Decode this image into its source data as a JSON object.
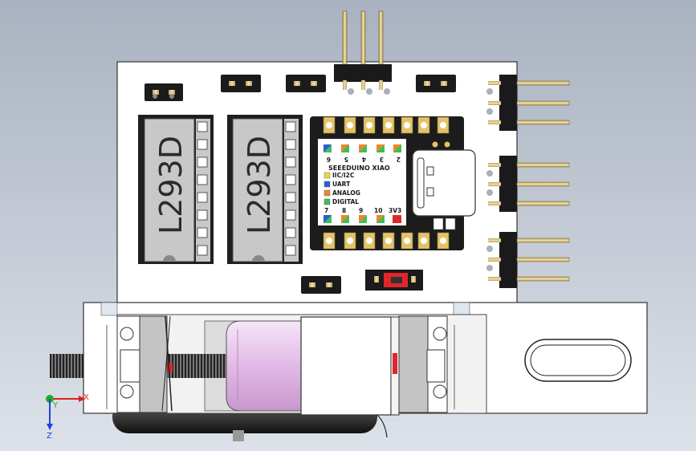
{
  "colors": {
    "background_top": "#a9b2c0",
    "background_bottom": "#dde2ea",
    "board": "#ffffff",
    "xiao_body": "#1c1c1c",
    "pad_gold": "#e3c36a",
    "header_pin_gold": "#d9c27a",
    "switch_red": "#e0262a",
    "motor_pink": "#e8c8ec",
    "legend_i2c": "#e8d84a",
    "legend_uart": "#2a5fd0",
    "legend_analog": "#e88a2a",
    "legend_digital": "#3cbf5a",
    "pin_red": "#e0262a",
    "axis_x": "#e02020",
    "axis_y": "#20b020",
    "axis_z": "#2040e0"
  },
  "chips": [
    {
      "label": "L293D"
    },
    {
      "label": "L293D"
    }
  ],
  "xiao": {
    "title": "SEEEDUINO XIAO",
    "top_pins": [
      "6",
      "5",
      "4",
      "3",
      "2"
    ],
    "bottom_pins": [
      "7",
      "8",
      "9",
      "10",
      "3V3"
    ],
    "legend": [
      {
        "label": "IIC/I2C",
        "color": "#e8d84a"
      },
      {
        "label": "UART",
        "color": "#2a5fd0"
      },
      {
        "label": "ANALOG",
        "color": "#e88a2a"
      },
      {
        "label": "DIGITAL",
        "color": "#3cbf5a"
      }
    ]
  },
  "axes": {
    "x_label": "X",
    "y_label": "Y",
    "z_label": "Z"
  }
}
